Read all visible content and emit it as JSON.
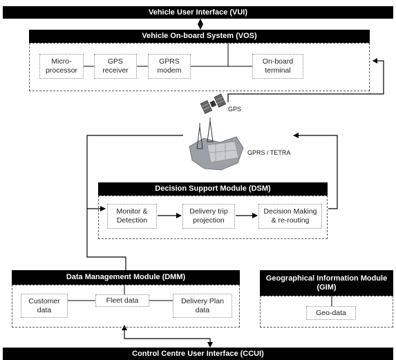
{
  "vui": {
    "title": "Vehicle User Interface (VUI)"
  },
  "vos": {
    "title": "Vehicle On-board System  (VOS)",
    "components": [
      "Micro-\nprocessor",
      "GPS\nreceiver",
      "GPRS\nmodem",
      "On-board\nterminal"
    ]
  },
  "network": {
    "gps_label": "GPS",
    "gprs_label": "GPRS / TETRA"
  },
  "dsm": {
    "title": "Decision Support Module (DSM)",
    "components": [
      "Monitor &\nDetection",
      "Delivery trip\nprojection",
      "Decision Making\n& re-routing"
    ]
  },
  "dmm": {
    "title": "Data  Management Module  (DMM)",
    "components": [
      "Customer\ndata",
      "Fleet data",
      "Delivery Plan\ndata"
    ]
  },
  "gim": {
    "title": "Geographical Information Module\n(GIM)",
    "components": [
      "Geo-data"
    ]
  },
  "ccui": {
    "title": "Control Centre User Interface (CCUI)"
  }
}
